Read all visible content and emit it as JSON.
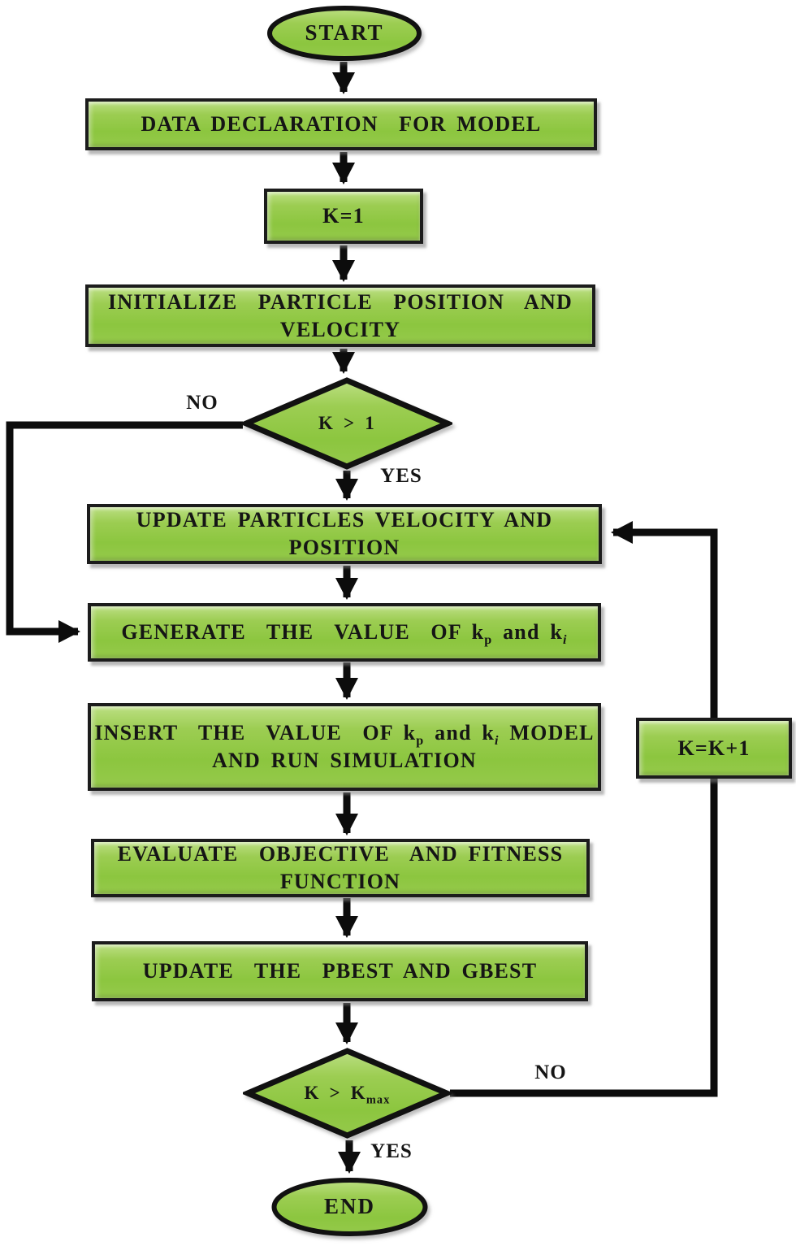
{
  "diagram": {
    "type": "flowchart",
    "subject": "Particle Swarm Optimization iteration flow",
    "colors": {
      "node_fill": "#8cc63f",
      "node_fill_highlight": "#bcdf83",
      "node_border": "#1c1c1c",
      "arrow": "#0c0c0c",
      "text": "#151515",
      "background": "#ffffff"
    },
    "nodes": [
      {
        "id": "start",
        "type": "ellipse",
        "label": "START"
      },
      {
        "id": "data-declaration",
        "type": "process",
        "label": "DATA DECLARATION  FOR MODEL"
      },
      {
        "id": "k-init",
        "type": "process",
        "label": "K=1"
      },
      {
        "id": "initialize-particles",
        "type": "process",
        "label": "INITIALIZE  PARTICLE  POSITION  AND\nVELOCITY"
      },
      {
        "id": "k-gt-1",
        "type": "decision",
        "label": "K > 1"
      },
      {
        "id": "update-particles",
        "type": "process",
        "label": "UPDATE PARTICLES VELOCITY AND\nPOSITION"
      },
      {
        "id": "generate-kp-ki",
        "type": "process",
        "label": "GENERATE  THE  VALUE  OF k~p~ and k*i*"
      },
      {
        "id": "insert-values",
        "type": "process",
        "label": "INSERT  THE  VALUE  OF k~p~ and k*i* MODEL\nAND RUN SIMULATION"
      },
      {
        "id": "evaluate-objective",
        "type": "process",
        "label": "EVALUATE  OBJECTIVE  AND FITNESS\nFUNCTION"
      },
      {
        "id": "update-pbest-gbest",
        "type": "process",
        "label": "UPDATE  THE  PBEST AND GBEST"
      },
      {
        "id": "k-gt-kmax",
        "type": "decision",
        "label": "K > K~max~"
      },
      {
        "id": "end",
        "type": "ellipse",
        "label": "END"
      },
      {
        "id": "k-increment",
        "type": "process",
        "label": "K=K+1"
      }
    ],
    "edges": [
      {
        "from": "start",
        "to": "data-declaration",
        "label": ""
      },
      {
        "from": "data-declaration",
        "to": "k-init",
        "label": ""
      },
      {
        "from": "k-init",
        "to": "initialize-particles",
        "label": ""
      },
      {
        "from": "initialize-particles",
        "to": "k-gt-1",
        "label": ""
      },
      {
        "from": "k-gt-1",
        "to": "update-particles",
        "label": "YES"
      },
      {
        "from": "k-gt-1",
        "to": "generate-kp-ki",
        "label": "NO"
      },
      {
        "from": "update-particles",
        "to": "generate-kp-ki",
        "label": ""
      },
      {
        "from": "generate-kp-ki",
        "to": "insert-values",
        "label": ""
      },
      {
        "from": "insert-values",
        "to": "evaluate-objective",
        "label": ""
      },
      {
        "from": "evaluate-objective",
        "to": "update-pbest-gbest",
        "label": ""
      },
      {
        "from": "update-pbest-gbest",
        "to": "k-gt-kmax",
        "label": ""
      },
      {
        "from": "k-gt-kmax",
        "to": "end",
        "label": "YES"
      },
      {
        "from": "k-gt-kmax",
        "to": "k-increment",
        "label": "NO"
      },
      {
        "from": "k-increment",
        "to": "update-particles",
        "label": ""
      }
    ]
  }
}
